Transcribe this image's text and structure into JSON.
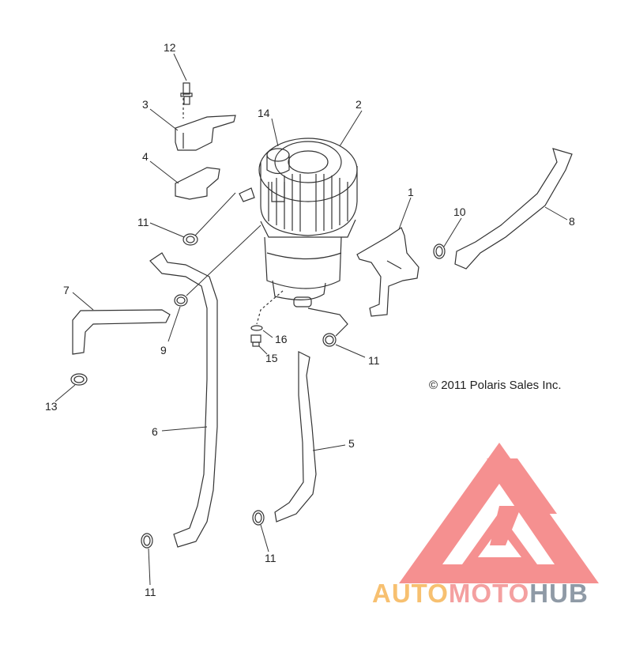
{
  "copyright": "© 2011 Polaris Sales Inc.",
  "brand": {
    "part1": "AUTO",
    "part2": "MOTO",
    "part3": "HUB"
  },
  "callouts": {
    "c1": "1",
    "c2": "2",
    "c3": "3",
    "c4": "4",
    "c5": "5",
    "c6": "6",
    "c7": "7",
    "c8": "8",
    "c9": "9",
    "c10": "10",
    "c11a": "11",
    "c11b": "11",
    "c11c": "11",
    "c11d": "11",
    "c12": "12",
    "c13": "13",
    "c14": "14",
    "c15": "15",
    "c16": "16"
  },
  "colors": {
    "line": "#333333",
    "logo_red": "#f26b6b",
    "logo_orange": "#f7c070",
    "logo_gray": "#8f9aa6"
  }
}
